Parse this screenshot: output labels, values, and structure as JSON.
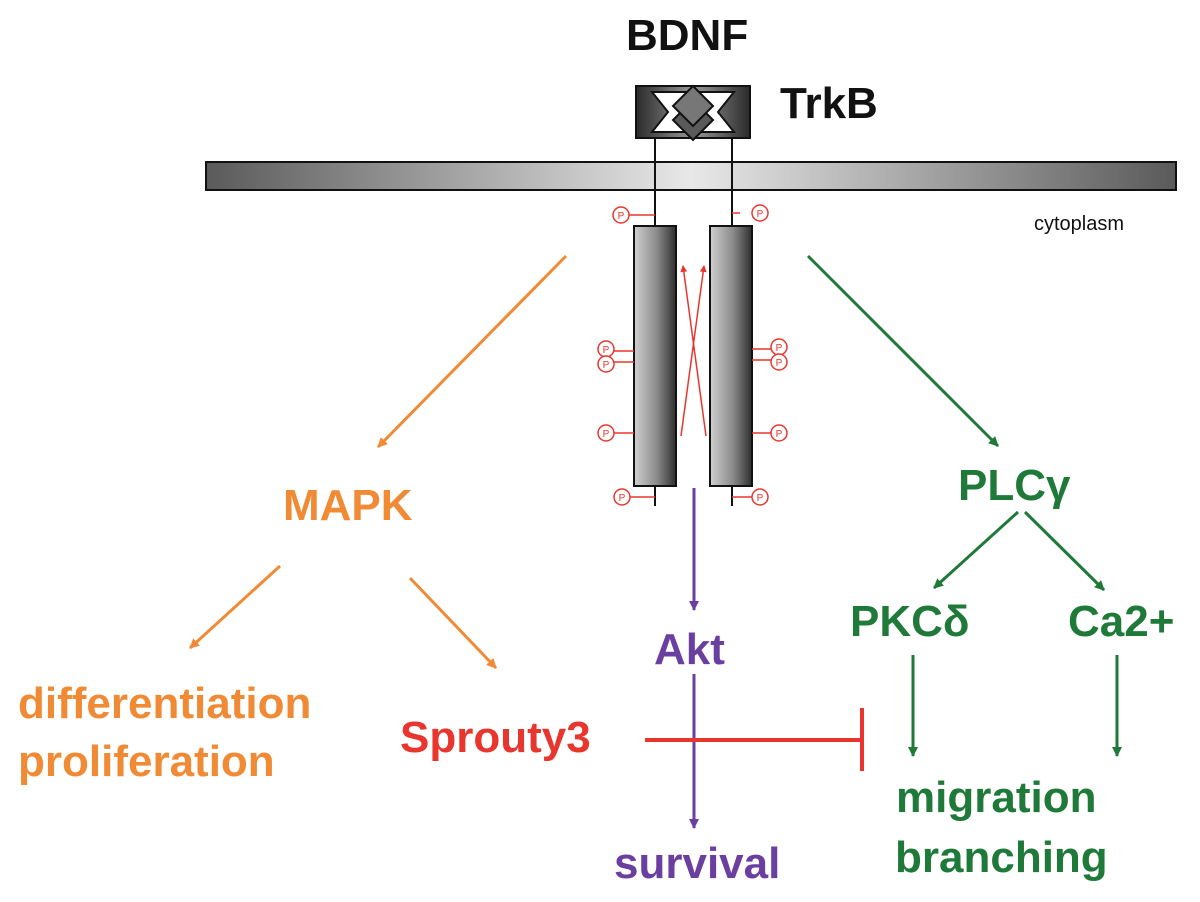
{
  "labels": {
    "ligand": "BDNF",
    "receptor": "TrkB",
    "compartment": "cytoplasm",
    "mapk": "MAPK",
    "plc": "PLCγ",
    "pkc": "PKCδ",
    "ca": "Ca2+",
    "akt": "Akt",
    "differentiation": "differentiation",
    "proliferation": "proliferation",
    "sprouty": "Sprouty3",
    "survival": "survival",
    "migration": "migration",
    "branching": "branching",
    "phospho": "P"
  },
  "colors": {
    "mapk_pathway": "#f08a35",
    "plc_pathway": "#1f7a3a",
    "akt_pathway": "#6b3fa0",
    "inhibition": "#e8362f",
    "phosphorylation": "#e8362f",
    "text": "#111111"
  }
}
